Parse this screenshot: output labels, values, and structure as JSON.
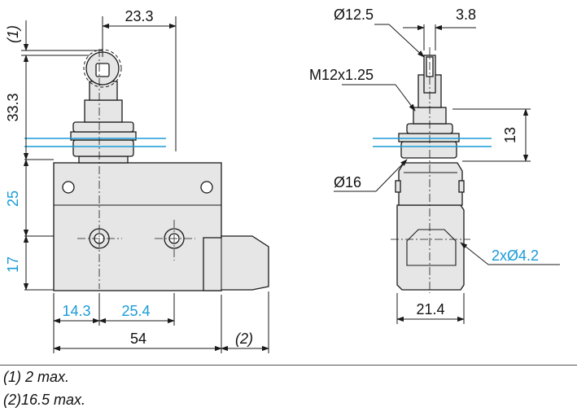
{
  "dimensions": {
    "top_width": "23.3",
    "note1_ref": "(1)",
    "height_roller": "33.3",
    "height_body_upper": "25",
    "height_body_lower": "17",
    "hole_offset": "14.3",
    "hole_pitch": "25.4",
    "body_width": "54",
    "note2_ref": "(2)",
    "roller_dia": "Ø12.5",
    "roller_width": "3.8",
    "thread": "M12x1.25",
    "thread_height": "13",
    "nut_dia": "Ø16",
    "holes": "2xØ4.2",
    "side_width": "21.4"
  },
  "notes": {
    "note1": "(1) 2 max.",
    "note2": "(2)16.5 max."
  },
  "colors": {
    "line": "#1a1a1a",
    "accent": "#1a9bd7",
    "fill": "#e6e6e6"
  }
}
